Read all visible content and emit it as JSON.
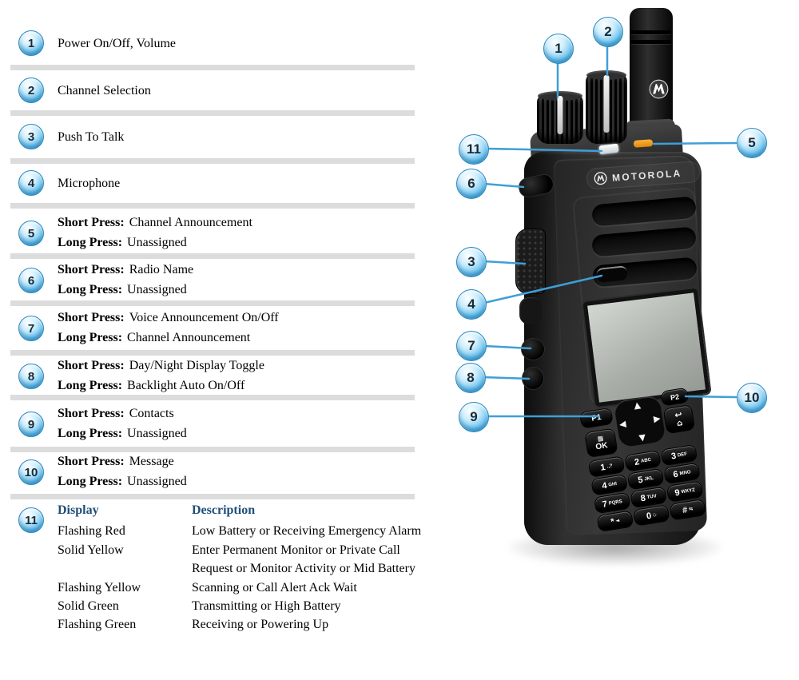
{
  "colors": {
    "callout_line": "#3f9fd8",
    "badge_border": "#2b89c0",
    "table_header_blue": "#1f4e79",
    "separator_gray": "#dcdcdc",
    "led_button_orange": "#f29c1f"
  },
  "legend": {
    "press_short_label": "Short Press:",
    "press_long_label": "Long Press:",
    "items": [
      {
        "num": "1",
        "label": "Power On/Off, Volume"
      },
      {
        "num": "2",
        "label": "Channel Selection"
      },
      {
        "num": "3",
        "label": "Push To Talk"
      },
      {
        "num": "4",
        "label": "Microphone"
      },
      {
        "num": "5",
        "short": "Channel Announcement",
        "long": "Unassigned"
      },
      {
        "num": "6",
        "short": "Radio Name",
        "long": "Unassigned"
      },
      {
        "num": "7",
        "short": "Voice Announcement On/Off",
        "long": "Channel Announcement"
      },
      {
        "num": "8",
        "short": "Day/Night Display Toggle",
        "long": "Backlight Auto On/Off"
      },
      {
        "num": "9",
        "short": "Contacts",
        "long": "Unassigned"
      },
      {
        "num": "10",
        "short": "Message",
        "long": "Unassigned"
      }
    ],
    "led_table": {
      "num": "11",
      "display_header": "Display",
      "description_header": "Description",
      "rows": [
        {
          "state": "Flashing Red",
          "desc": "Low Battery or Receiving Emergency Alarm"
        },
        {
          "state": "Solid Yellow",
          "desc": "Enter Permanent Monitor or Private Call Request or Monitor Activity or Mid Battery"
        },
        {
          "state": "Flashing Yellow",
          "desc": "Scanning or Call Alert Ack Wait"
        },
        {
          "state": "Solid Green",
          "desc": "Transmitting or High Battery"
        },
        {
          "state": "Flashing Green",
          "desc": "Receiving or Powering Up"
        }
      ]
    }
  },
  "radio": {
    "brand": "MOTOROLA",
    "callouts": [
      "1",
      "2",
      "5",
      "11",
      "6",
      "3",
      "4",
      "7",
      "8",
      "9",
      "10"
    ],
    "keypad": {
      "p1": "P1",
      "p2": "P2",
      "ok": "OK",
      "ok_icon": "▦",
      "back_icon": "↩",
      "home_icon": "⌂",
      "dpad_up": "▲",
      "dpad_down": "▼",
      "dpad_left": "◀",
      "dpad_right": "▶",
      "number_keys": [
        {
          "main": "1",
          "sub": ".,?"
        },
        {
          "main": "2",
          "sub": "ABC"
        },
        {
          "main": "3",
          "sub": "DEF"
        },
        {
          "main": "4",
          "sub": "GHI"
        },
        {
          "main": "5",
          "sub": "JKL"
        },
        {
          "main": "6",
          "sub": "MNO"
        },
        {
          "main": "7",
          "sub": "PQRS"
        },
        {
          "main": "8",
          "sub": "TUV"
        },
        {
          "main": "9",
          "sub": "WXYZ"
        },
        {
          "main": "*",
          "sub": "◄"
        },
        {
          "main": "0",
          "sub": "◇"
        },
        {
          "main": "#",
          "sub": "⇆"
        }
      ]
    }
  }
}
